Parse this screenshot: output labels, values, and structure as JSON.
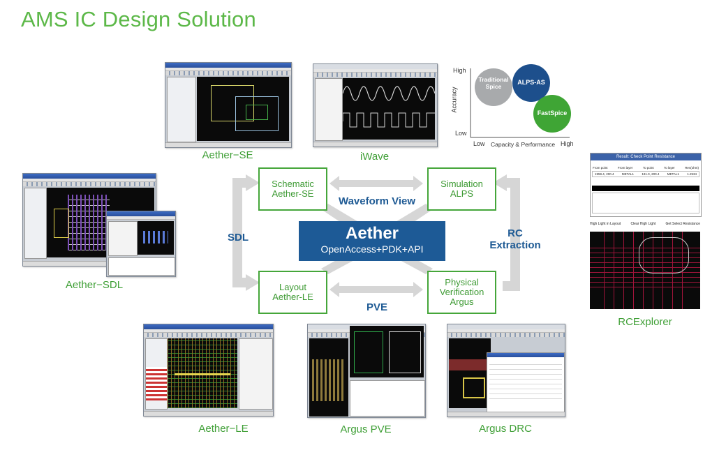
{
  "title": "AMS IC Design Solution",
  "center": {
    "name": "Aether",
    "sub": "OpenAccess+PDK+API"
  },
  "nodes": {
    "schematic": [
      "Schematic",
      "Aether-SE"
    ],
    "simulation": [
      "Simulation",
      "ALPS"
    ],
    "layout": [
      "Layout",
      "Aether-LE"
    ],
    "physical": [
      "Physical",
      "Verification",
      "Argus"
    ]
  },
  "flows": {
    "top": "Waveform View",
    "bottom": "PVE",
    "left": "SDL",
    "right_1": "RC",
    "right_2": "Extraction"
  },
  "captions": {
    "aether_se": "Aether−SE",
    "iwave": "iWave",
    "aether_sdl": "Aether−SDL",
    "rcexplorer": "RCExplorer",
    "aether_le": "Aether−LE",
    "argus_pve": "Argus PVE",
    "argus_drc": "Argus DRC"
  },
  "bubble_chart": {
    "y_label": "Accuracy",
    "x_label": "Capacity & Performance",
    "y_high": "High",
    "y_low": "Low",
    "x_low": "Low",
    "x_high": "High",
    "bubbles": [
      {
        "label_1": "Traditional",
        "label_2": "Spice",
        "color": "#a8aaac"
      },
      {
        "label_1": "ALPS-AS",
        "label_2": "",
        "color": "#1d4f8c"
      },
      {
        "label_1": "FastSpice",
        "label_2": "",
        "color": "#3fa535"
      }
    ]
  },
  "rc_window": {
    "title": "Result: Check Point Resistance",
    "col_headers": [
      "From point",
      "From layer",
      "To point",
      "To layer",
      "Res(ohm)"
    ],
    "row_values": [
      "1959.4, 200.4",
      "METAL1",
      "191.0, 200.4",
      "METAL1",
      "1.2534"
    ],
    "buttons": [
      "High Light in Layout",
      "Clear High Light",
      "Get Select Resistance"
    ]
  },
  "colors": {
    "green": "#45a63a",
    "blue": "#1d5a96",
    "arrow": "#d6d6d6"
  }
}
